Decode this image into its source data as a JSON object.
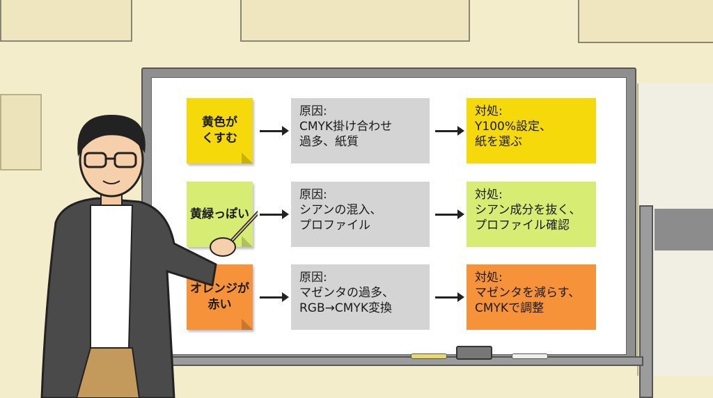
{
  "colors": {
    "yellow": "#f5d90a",
    "green": "#d6ec73",
    "orange": "#f5923a",
    "grey": "#d4d4d4",
    "background": "#f4edcb"
  },
  "rows": [
    {
      "problem": "黄色が\nくすむ",
      "cause": "原因:\nCMYK掛け合わせ\n過多、紙質",
      "fix": "対処:\nY100%設定、\n紙を選ぶ",
      "color": "#f5d90a"
    },
    {
      "problem": "黄緑っぽい",
      "cause": "原因:\nシアンの混入、\nプロファイル",
      "fix": "対処:\nシアン成分を抜く、\nプロファイル確認",
      "color": "#d6ec73"
    },
    {
      "problem": "オレンジが\n赤い",
      "cause": "原因:\nマゼンタの過多、\nRGB→CMYK変換",
      "fix": "対処:\nマゼンタを減らす、\nCMYKで調整",
      "color": "#f5923a"
    }
  ]
}
